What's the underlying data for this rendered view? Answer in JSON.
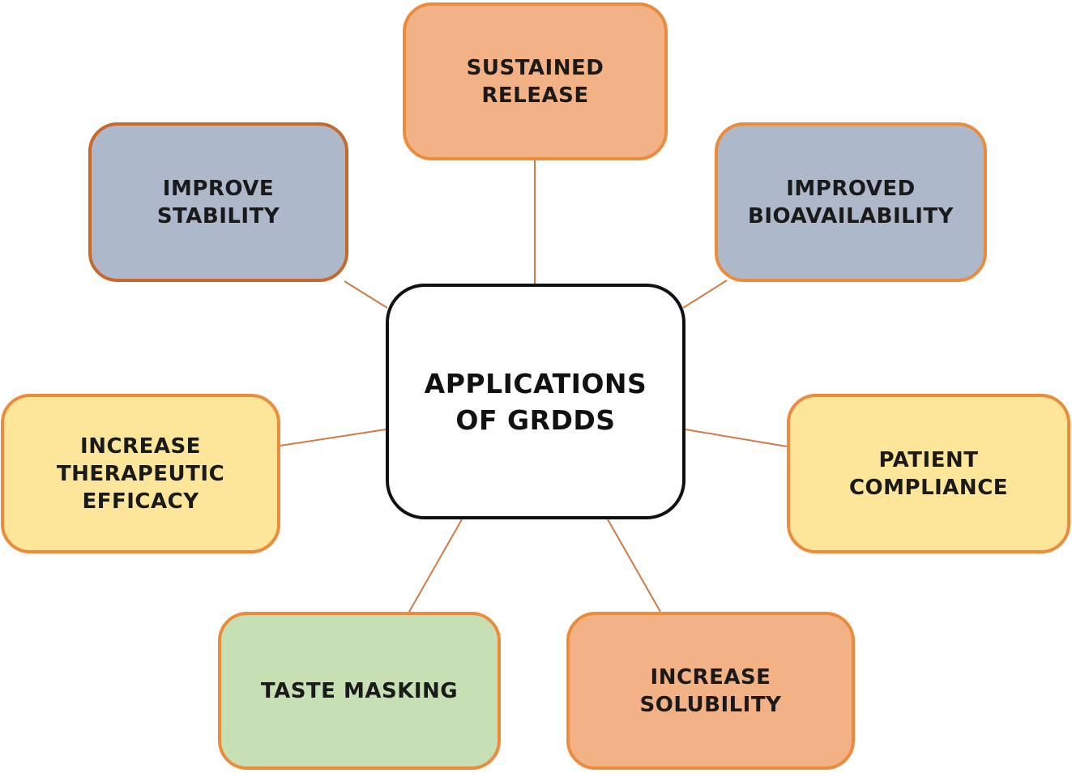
{
  "diagram": {
    "center": {
      "label": "APPLICATIONS\nOF GRDDS"
    },
    "nodes": {
      "sustained_release": {
        "label": "SUSTAINED\nRELEASE"
      },
      "improve_stability": {
        "label": "IMPROVE\nSTABILITY"
      },
      "improved_bioavailability": {
        "label": "IMPROVED\nBIOAVAILABILITY"
      },
      "increase_therapeutic_efficacy": {
        "label": "INCREASE\nTHERAPEUTIC\nEFFICACY"
      },
      "patient_compliance": {
        "label": "PATIENT\nCOMPLIANCE"
      },
      "taste_masking": {
        "label": "TASTE MASKING"
      },
      "increase_solubility": {
        "label": "INCREASE\nSOLUBILITY"
      }
    },
    "colors": {
      "border_orange": "#ed8b3c",
      "center_border": "#111111",
      "connector": "#d07a45",
      "peach": "#f3b286",
      "blue_gray": "#adb8ca",
      "yellow": "#fde699",
      "green": "#c6e0b4"
    }
  }
}
